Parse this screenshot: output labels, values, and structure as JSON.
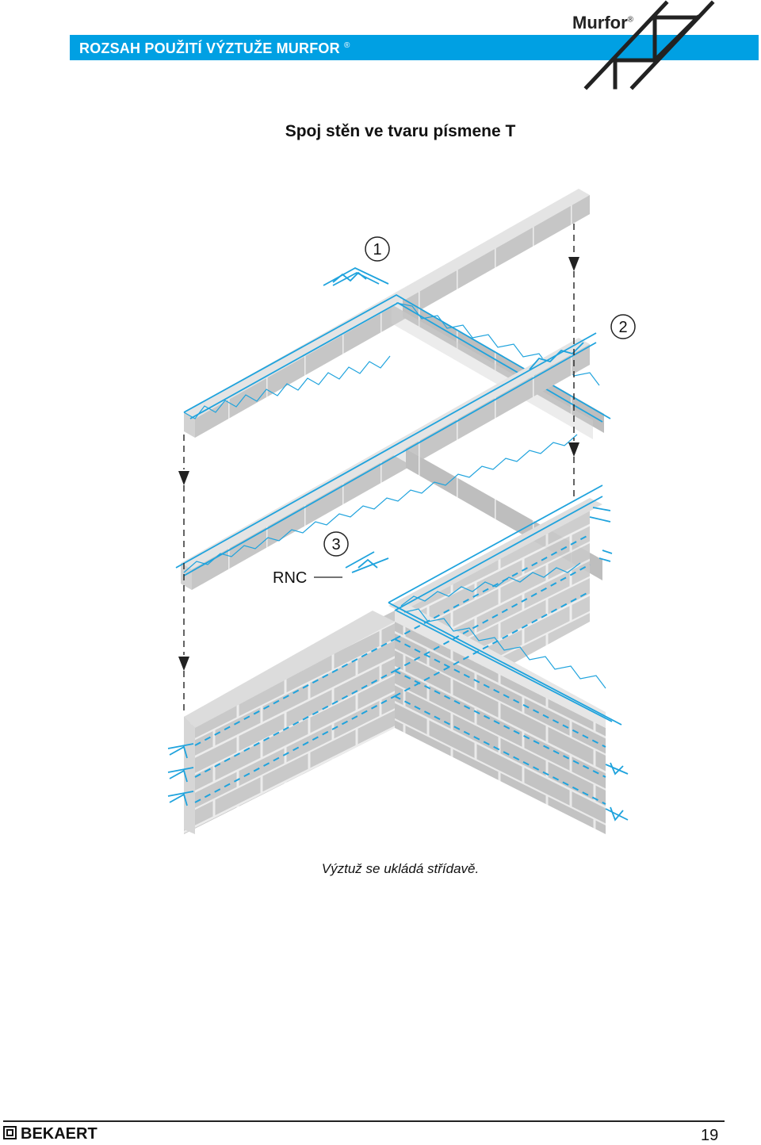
{
  "header": {
    "title": "ROZSAH POUŽITÍ VÝZTUŽE MURFOR",
    "registered": "®",
    "brand": "Murfor",
    "brand_registered": "®",
    "bar_color": "#00a0e3"
  },
  "page_title": "Spoj stěn ve tvaru písmene T",
  "diagram": {
    "callouts": [
      "1",
      "2",
      "3"
    ],
    "rnc_label": "RNC",
    "reinforcement_color": "#1fa3dd",
    "masonry_color": "#c8c8c8"
  },
  "caption": "Výztuž se ukládá střídavě.",
  "footer": {
    "brand": "BEKAERT",
    "page_number": "19"
  }
}
